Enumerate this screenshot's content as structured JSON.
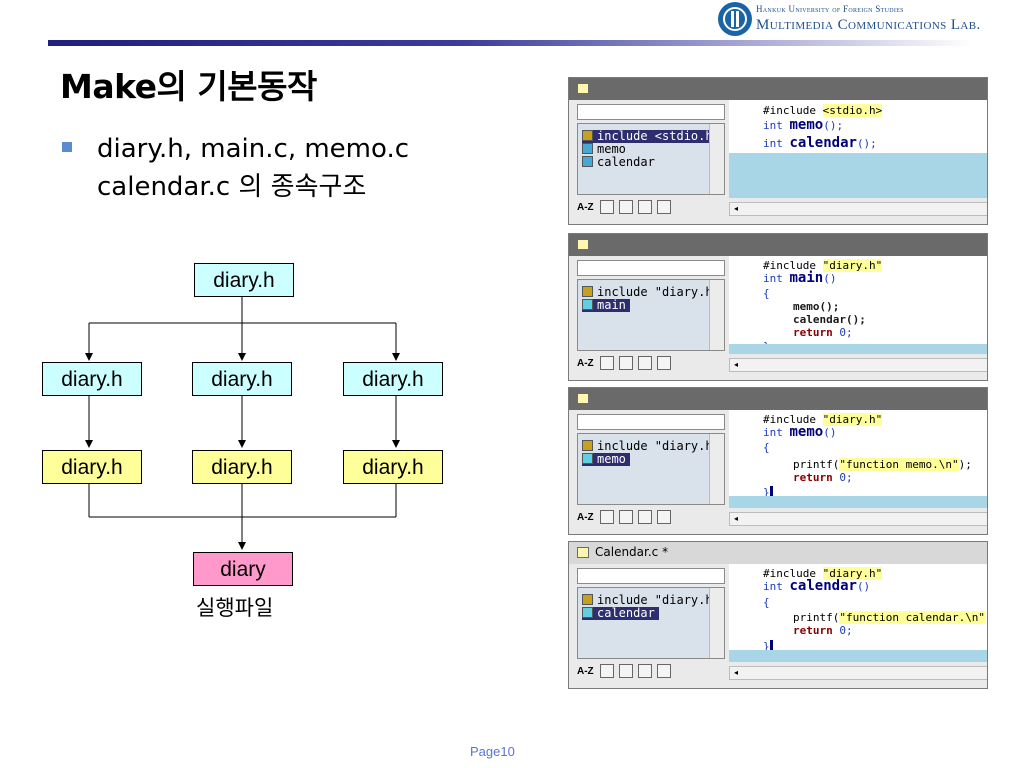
{
  "header": {
    "univ": "Hankuk University of Foreign Studies",
    "lab": "Multimedia Communications Lab."
  },
  "slide": {
    "title": "Make의 기본동작",
    "bullet_line1": "diary.h, main.c, memo.c",
    "bullet_line2": "calendar.c 의 종속구조"
  },
  "diagram": {
    "top": "diary.h",
    "row2": [
      "diary.h",
      "diary.h",
      "diary.h"
    ],
    "row3": [
      "diary.h",
      "diary.h",
      "diary.h"
    ],
    "output": "diary",
    "output_caption": "실행파일"
  },
  "panels": [
    {
      "title": "",
      "tree": [
        {
          "icon": "include",
          "label": "include <stdio.h>",
          "selected": true
        },
        {
          "icon": "function",
          "label": "memo",
          "selected": false
        },
        {
          "icon": "function",
          "label": "calendar",
          "selected": false
        }
      ],
      "code": {
        "l1_a": "#include ",
        "l1_b": "<stdio.h>",
        "l2_a": "int ",
        "l2_b": "memo",
        "l2_c": "();",
        "l3_a": "int ",
        "l3_b": "calendar",
        "l3_c": "();"
      }
    },
    {
      "title": "",
      "tree": [
        {
          "icon": "include",
          "label": "include \"diary.h\"",
          "selected": false
        },
        {
          "icon": "function",
          "label": "main",
          "selected": true
        }
      ],
      "code": {
        "l1_a": "#include ",
        "l1_b": "\"diary.h\"",
        "l2_a": "int ",
        "l2_b": "main",
        "l2_c": "()",
        "l3": "{",
        "l4": "memo();",
        "l5": "calendar();",
        "l6_a": "return ",
        "l6_b": "0;",
        "l7": "}"
      }
    },
    {
      "title": "",
      "tree": [
        {
          "icon": "include",
          "label": "include \"diary.h\"",
          "selected": false
        },
        {
          "icon": "function",
          "label": "memo",
          "selected": true
        }
      ],
      "code": {
        "l1_a": "#include ",
        "l1_b": "\"diary.h\"",
        "l2_a": "int ",
        "l2_b": "memo",
        "l2_c": "()",
        "l3": "{",
        "l4_a": "printf(",
        "l4_b": "\"function memo.\\n\"",
        "l4_c": ");",
        "l5_a": "return ",
        "l5_b": "0;",
        "l6": "}"
      }
    },
    {
      "title": "Calendar.c *",
      "tree": [
        {
          "icon": "include",
          "label": "include \"diary.h\"",
          "selected": false
        },
        {
          "icon": "function",
          "label": "calendar",
          "selected": true
        }
      ],
      "code": {
        "l1_a": "#include ",
        "l1_b": "\"diary.h\"",
        "l2_a": "int ",
        "l2_b": "calendar",
        "l2_c": "()",
        "l3": "{",
        "l4_a": "printf(",
        "l4_b": "\"function calendar.\\n\"",
        "l4_c": ");",
        "l5_a": "return ",
        "l5_b": "0;",
        "l6": "}"
      }
    }
  ],
  "toolbar": {
    "az_label": "A-Z"
  },
  "footer": {
    "page_label": "Page",
    "page_number": "10"
  },
  "colors": {
    "accent_rule": "#1f1f80",
    "node_cyan": "#ccffff",
    "node_yellow": "#ffff99",
    "node_pink": "#ff99cc",
    "bullet": "#5b8ad3"
  }
}
